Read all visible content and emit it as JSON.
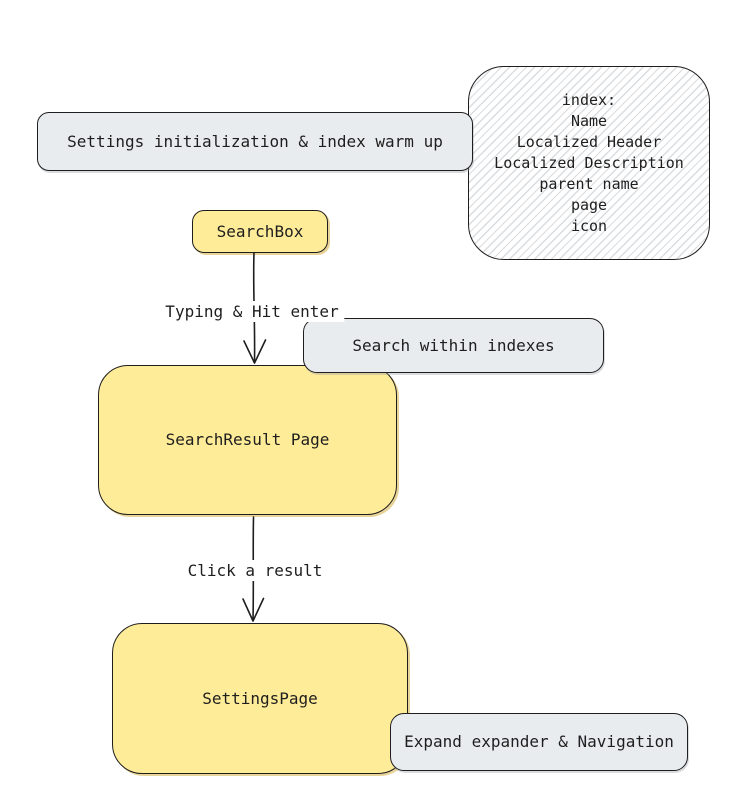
{
  "colors": {
    "background": "#ffffff",
    "stroke": "#1e1e1e",
    "yellow_fill": "#ffec99",
    "gray_fill": "#e9ecef",
    "hatch_line": "#dadde0",
    "label_text": "#1e1e1e"
  },
  "nodes": {
    "settings_init": {
      "label": "Settings initialization & index warm up"
    },
    "index_note": {
      "lines": [
        "index:",
        "Name",
        "Localized Header",
        "Localized Description",
        "parent name",
        "page",
        "icon"
      ]
    },
    "search_box": {
      "label": "SearchBox"
    },
    "search_within_indexes": {
      "label": "Search within indexes"
    },
    "search_result_page": {
      "label": "SearchResult Page"
    },
    "settings_page": {
      "label": "SettingsPage"
    },
    "expand_navigation": {
      "label": "Expand expander & Navigation"
    }
  },
  "arrows": {
    "typing": {
      "label": "Typing & Hit enter"
    },
    "click": {
      "label": "Click a result"
    }
  }
}
